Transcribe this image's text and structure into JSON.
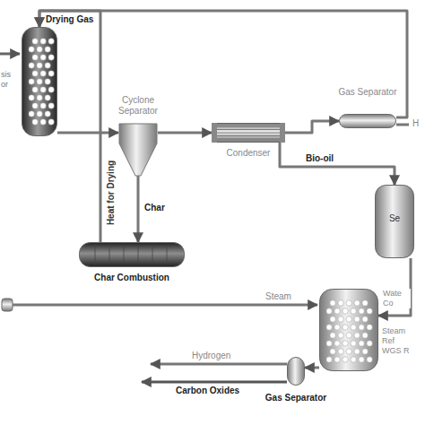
{
  "diagram": {
    "nodes": [
      {
        "text": [
          "sis or"
        ]
      },
      {
        "text": [
          "Cyclone Separator"
        ]
      },
      {
        "text": [
          "Char Combustion"
        ]
      },
      {
        "text": [
          "Condenser"
        ]
      },
      {
        "text": [
          "Gas Separator"
        ]
      },
      {
        "text": [
          "Se"
        ]
      },
      {
        "text": [
          "Steam Ref WGS R"
        ]
      },
      {
        "text": [
          "Gas Separator"
        ]
      }
    ],
    "edges": [
      {
        "from": 0,
        "to": 1,
        "arrow": "to"
      },
      {
        "from": 1,
        "to": 2,
        "label": "Char",
        "arrow": "to"
      },
      {
        "from": 1,
        "to": 3,
        "arrow": "to"
      },
      {
        "from": 3,
        "to": 4,
        "arrow": "to"
      },
      {
        "from": 4,
        "to": 0,
        "label": "Drying Gas",
        "arrow": "to"
      },
      {
        "from": 2,
        "to": 0,
        "label": "Heat for Drying",
        "arrow": "to"
      },
      {
        "from": 3,
        "to": 5,
        "label": "Bio-oil",
        "arrow": "to"
      },
      {
        "from": 5,
        "to": 6,
        "label": "Wate Co",
        "arrow": "to"
      },
      {
        "from": 6,
        "to": 7,
        "arrow": "to"
      }
    ],
    "labels": [
      "Steam",
      "Hydrogen",
      "Carbon Oxides",
      "H"
    ]
  }
}
